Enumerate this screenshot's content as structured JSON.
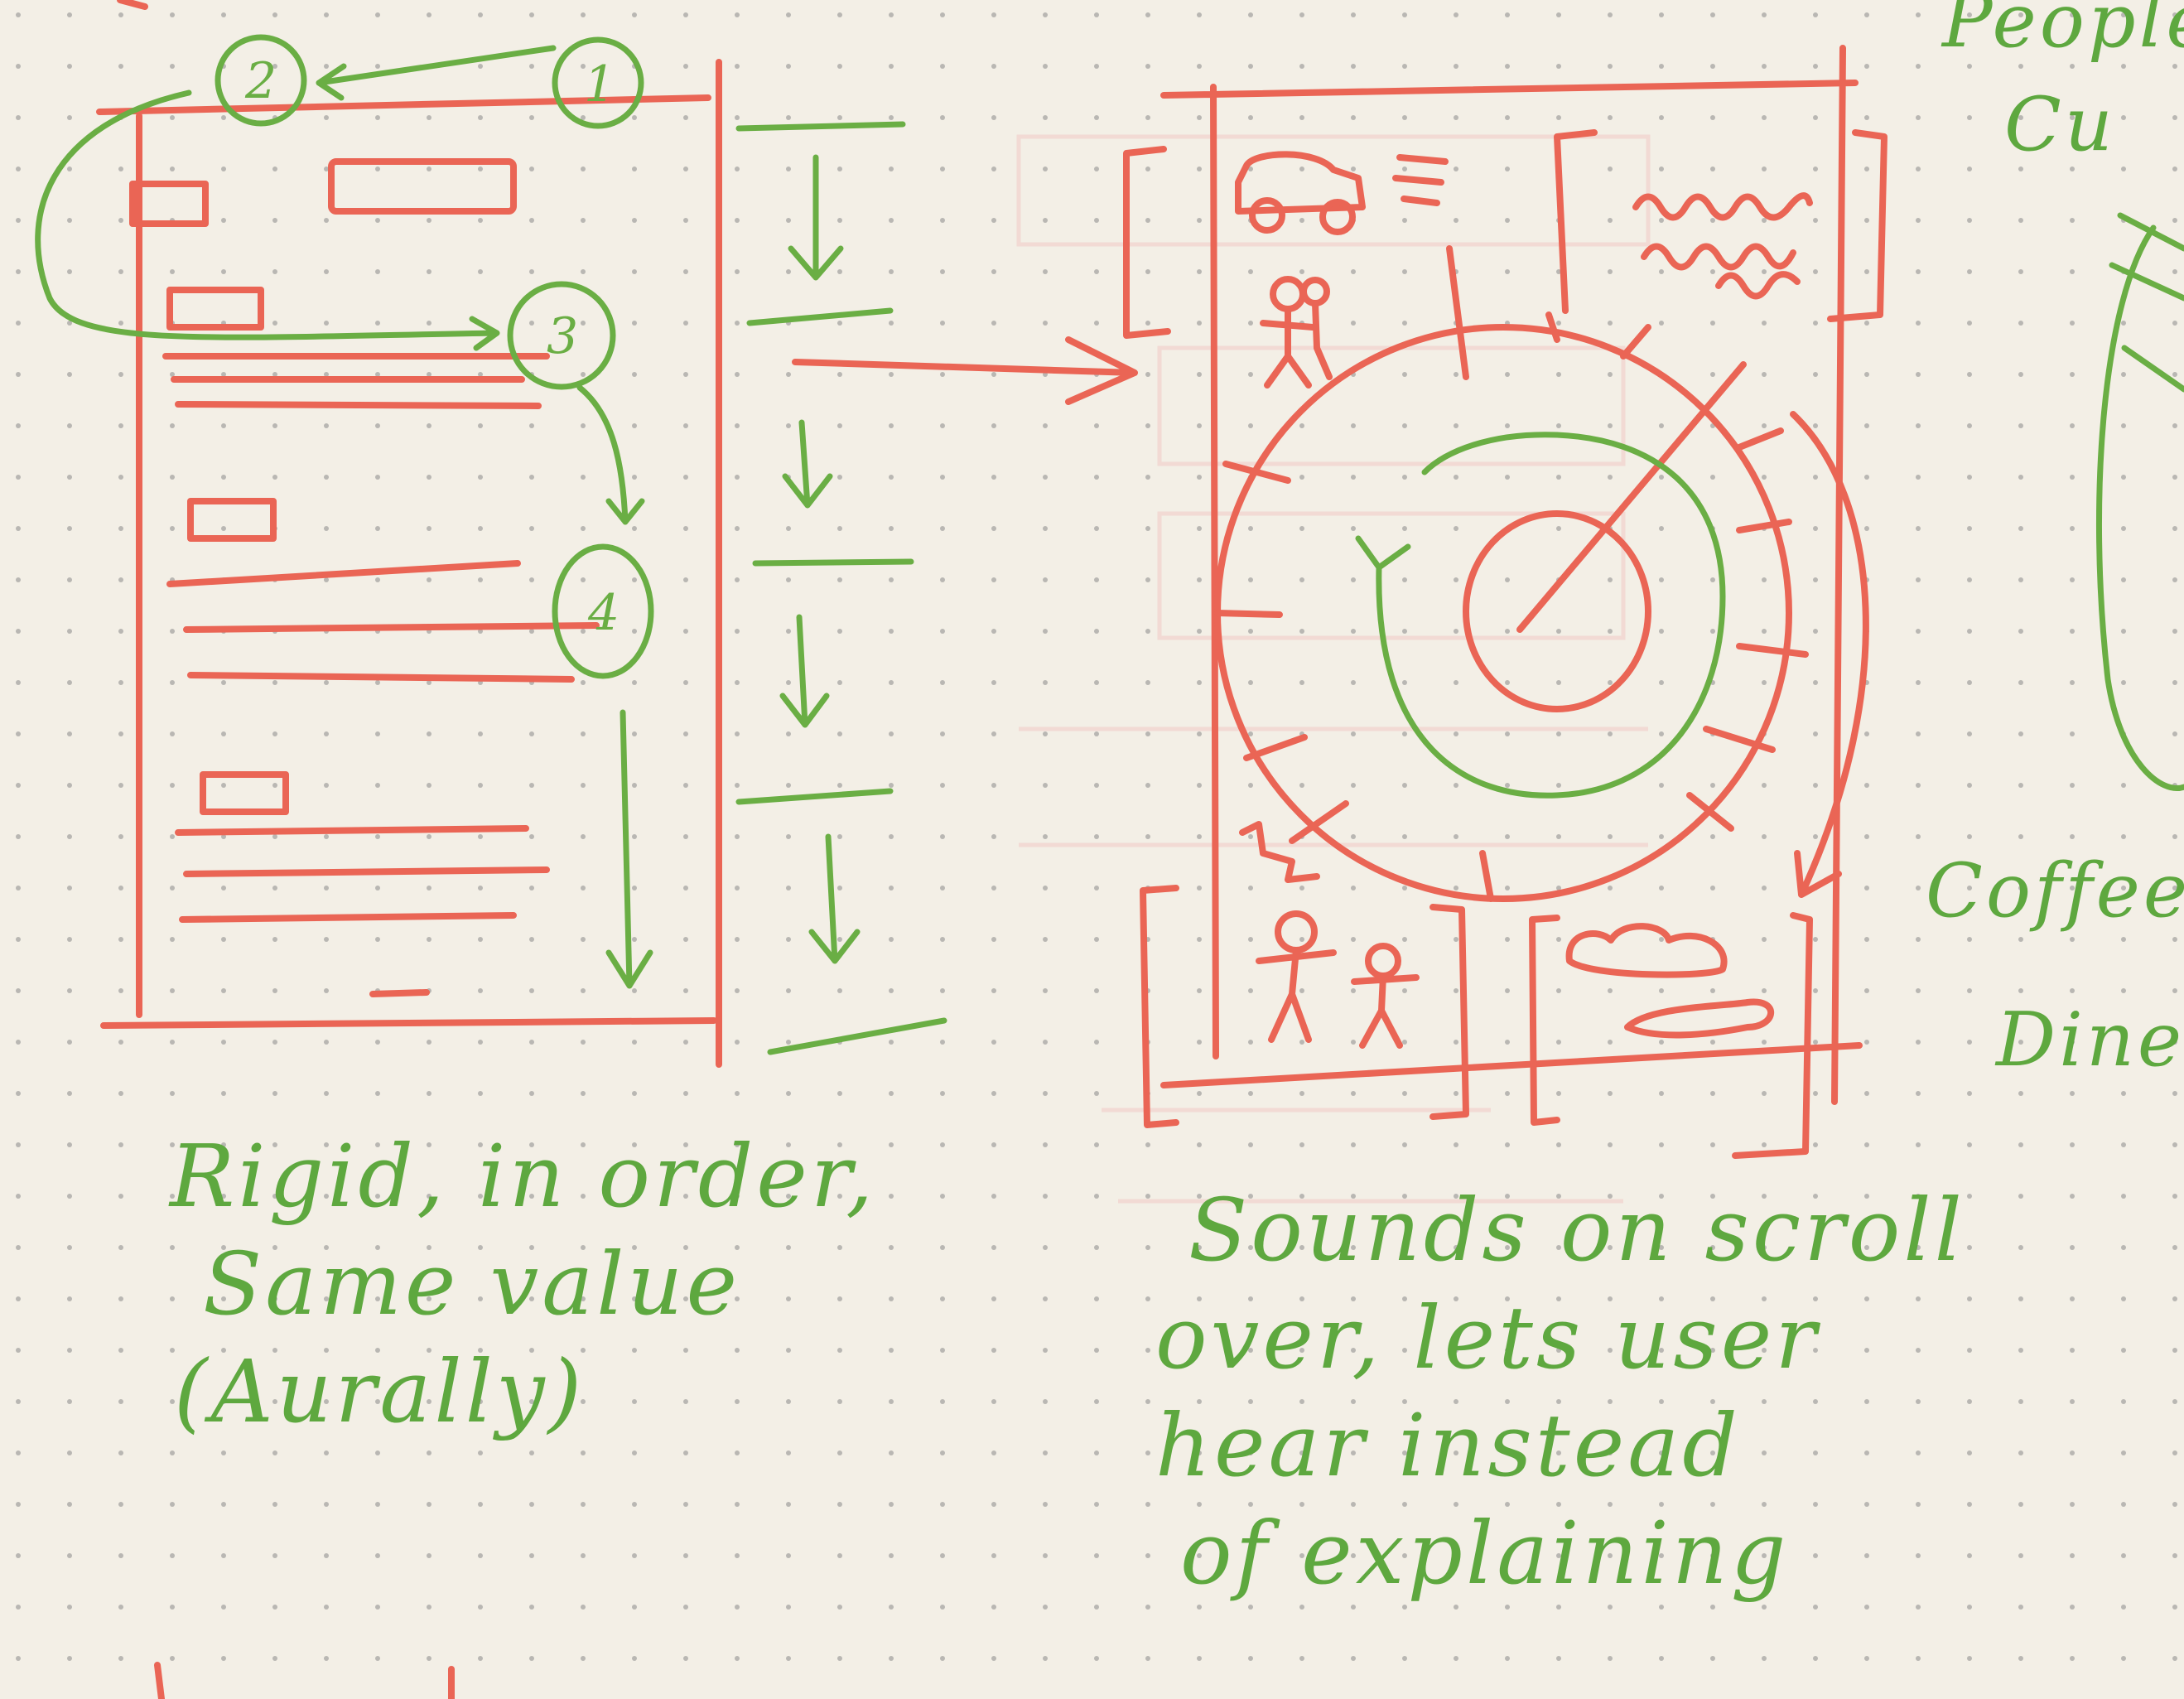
{
  "left_caption": [
    "Rigid, in order,",
    "Same value",
    "(Aurally)"
  ],
  "right_caption": [
    "Sounds on scroll",
    "over, lets user",
    "hear instead",
    "of explaining"
  ],
  "margin_notes": [
    "People",
    "Cu",
    "Coffee/",
    "Dine"
  ],
  "step_numbers": [
    "1",
    "2",
    "3",
    "4"
  ],
  "colors": {
    "paper": "#f3efe6",
    "red_ink": "#ea6555",
    "green_ink": "#6aae44",
    "dots": "#8a8a8a"
  }
}
